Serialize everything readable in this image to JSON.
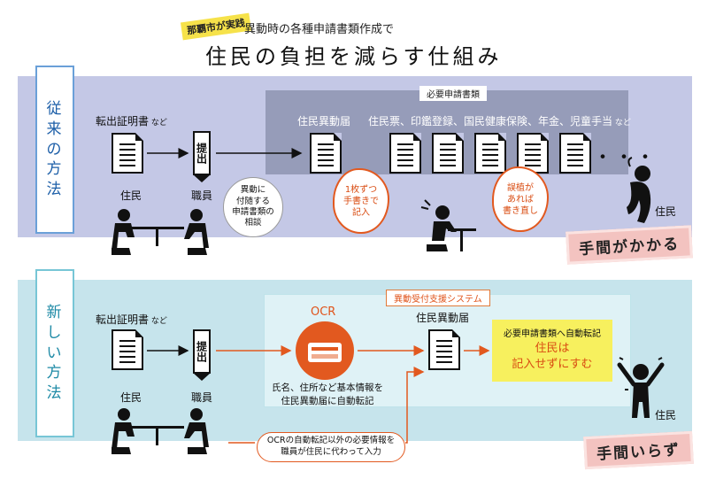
{
  "header": {
    "tag": "那覇市が実践",
    "subtitle": "異動時の各種申請書類作成で",
    "title": "住民の負担を減らす仕組み"
  },
  "old_method": {
    "label": [
      "従",
      "来",
      "の",
      "方",
      "法"
    ],
    "docs_box_label": "必要申請書類",
    "transfer_cert": "転出証明書",
    "nado": "など",
    "submit": "提出",
    "resident": "住民",
    "staff": "職員",
    "consult_bubble": "異動に\n付随する\n申請書類の\n相談",
    "resident_move_form": "住民異動届",
    "other_forms": "住民票、印鑑登録、国民健康保険、年金、児童手当",
    "other_forms_suffix": "など",
    "handwrite_burst": "1枚ずつ\n手書きで\n記入",
    "error_burst": "誤植が\nあれば\n書き直し",
    "resident_right": "住民",
    "ellipsis": "・・・",
    "badge": "手間がかかる"
  },
  "new_method": {
    "label": [
      "新",
      "し",
      "い",
      "方",
      "法"
    ],
    "system_label": "異動受付支援システム",
    "transfer_cert": "転出証明書",
    "nado": "など",
    "submit": "提出",
    "resident": "住民",
    "staff": "職員",
    "ocr_title": "OCR",
    "ocr_text": "氏名、住所など基本情報を\n住民異動届に自動転記",
    "resident_move_form": "住民異動届",
    "auto_line1": "必要申請書類へ自動転記",
    "auto_line2": "住民は\n記入せずにすむ",
    "note": "OCRの自動転記以外の必要情報を\n職員が住民に代わって入力",
    "resident_right": "住民",
    "badge": "手間いらず"
  },
  "colors": {
    "old_band": "#c4c8e6",
    "new_band": "#c6e4ec",
    "accent_orange": "#e2591f",
    "highlight_yellow": "#f7f05e",
    "badge_pink": "#f3c3c0"
  }
}
